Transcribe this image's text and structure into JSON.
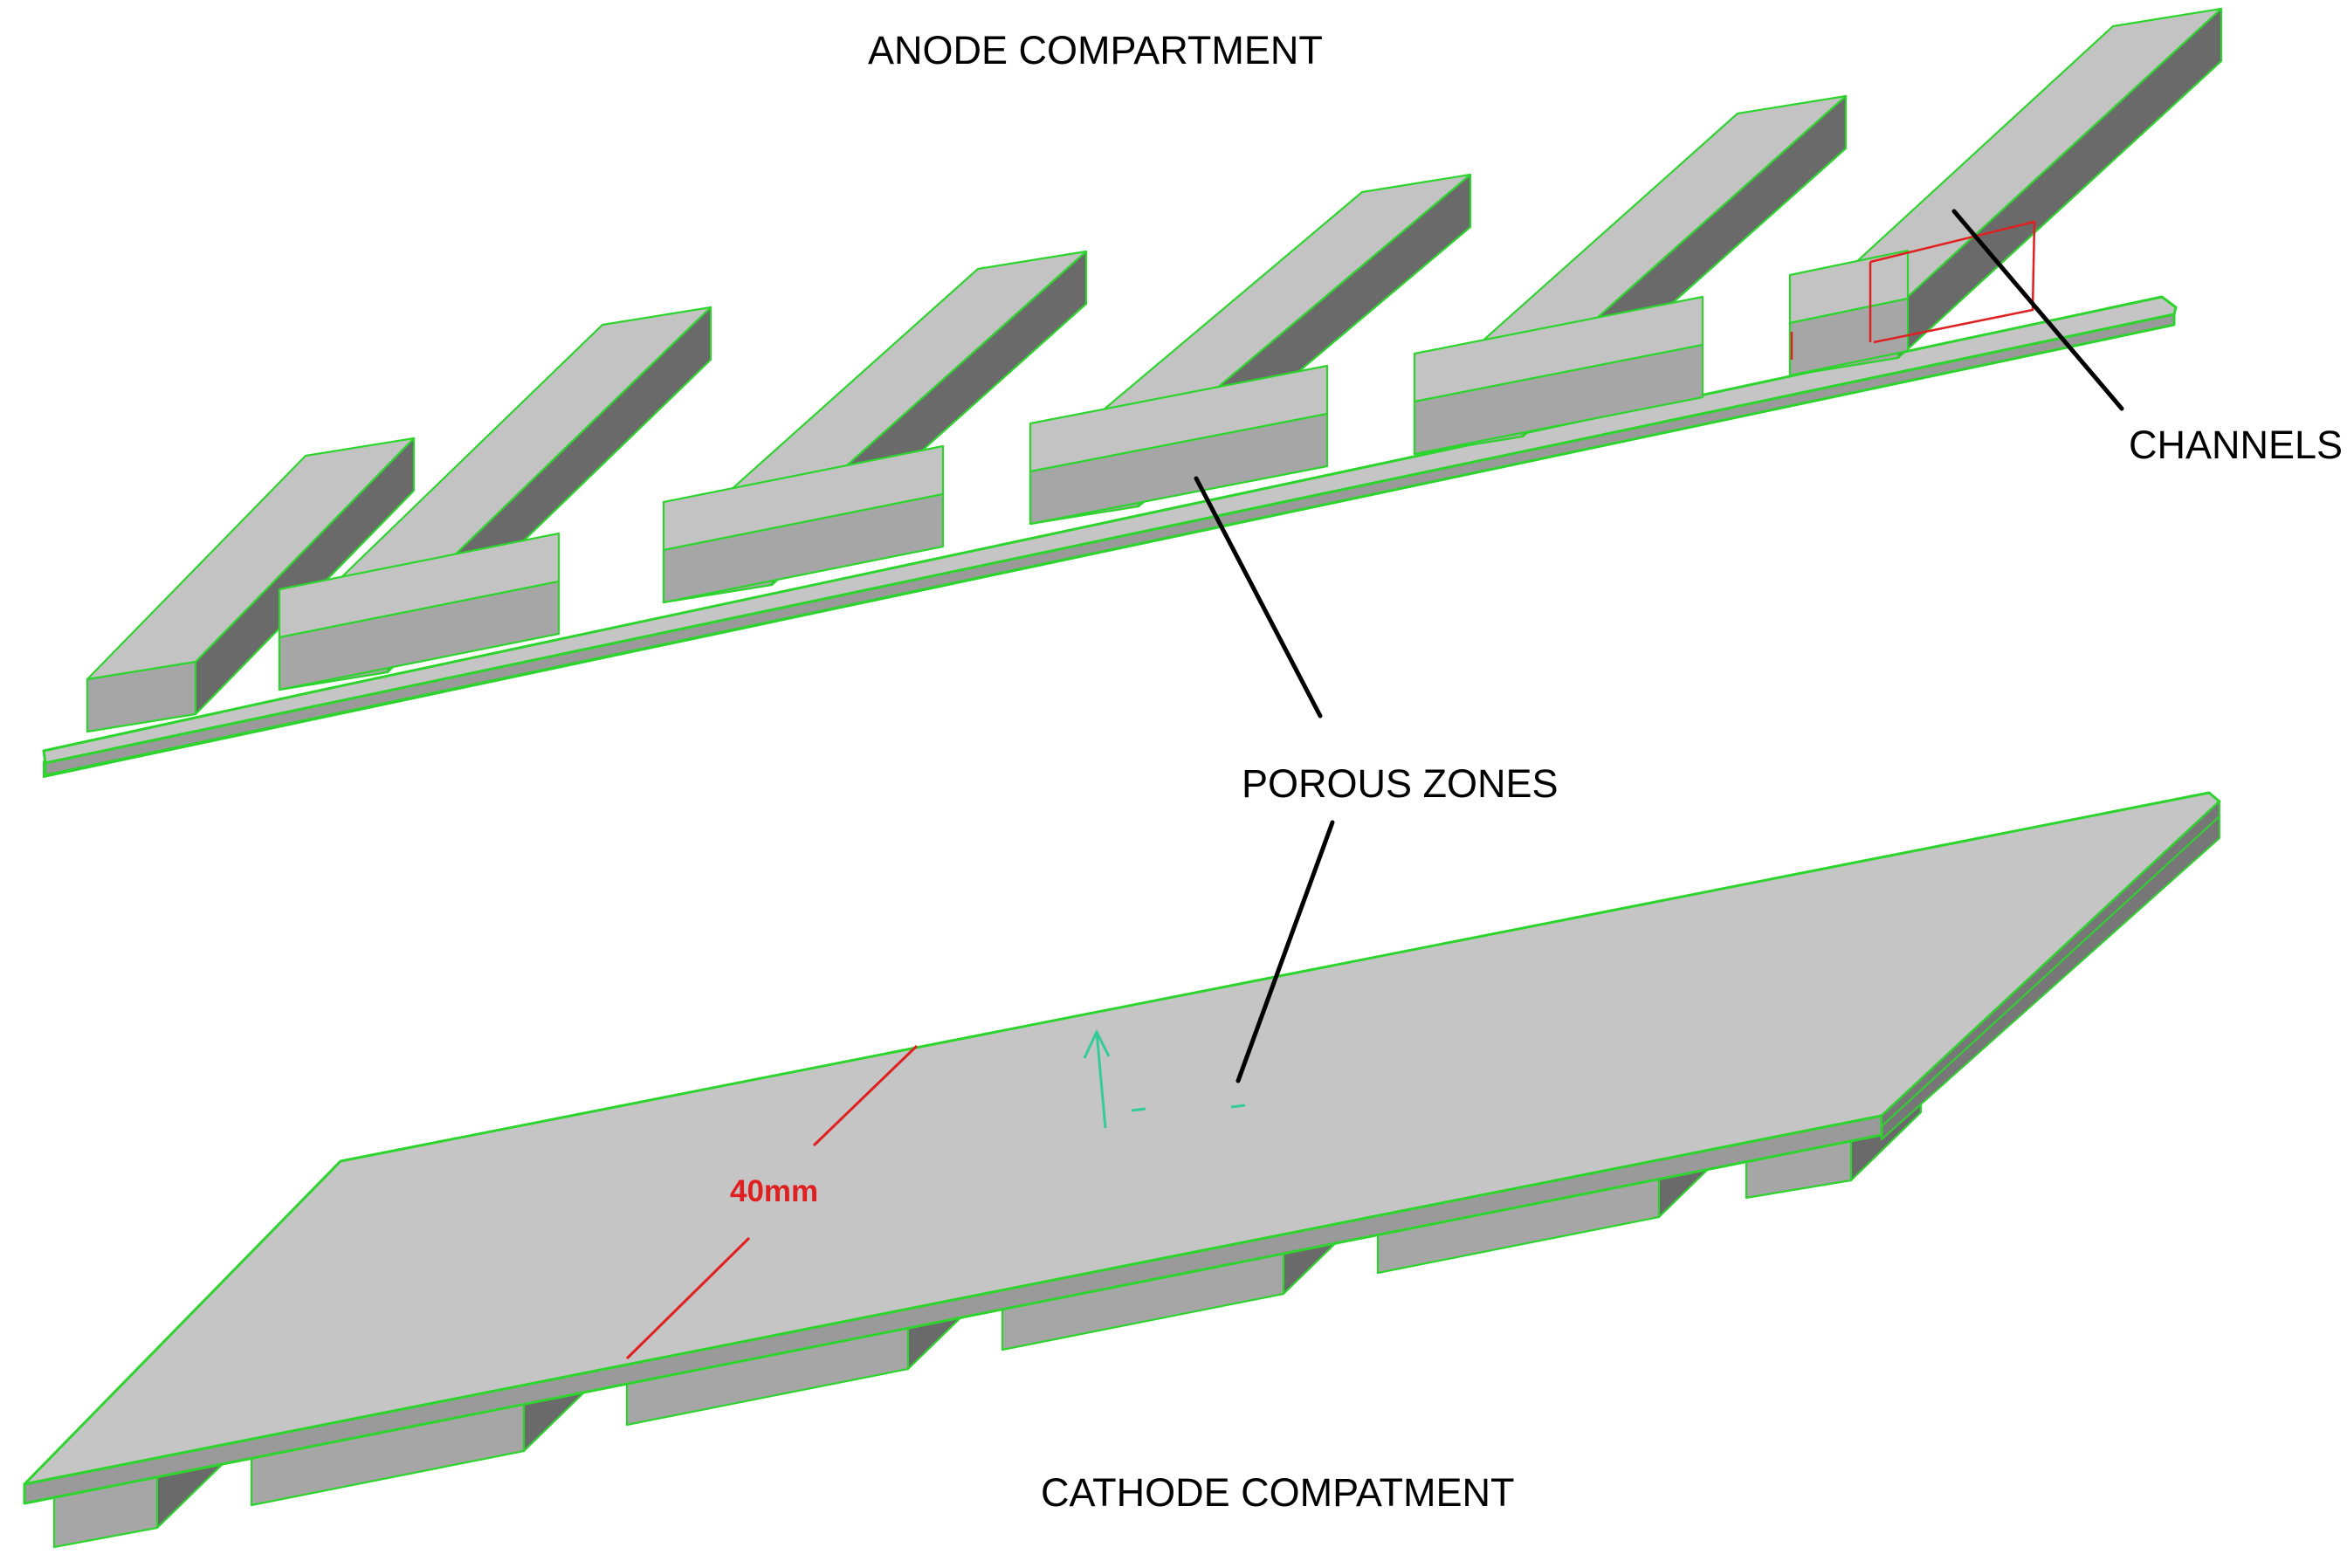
{
  "labels": {
    "anode": "ANODE COMPARTMENT",
    "channels": "CHANNELS",
    "porous_zones": "POROUS ZONES",
    "dimension": "40mm",
    "cathode": "CATHODE COMPATMENT"
  },
  "colors": {
    "edge_green": "#2ed42e",
    "dimension_red": "#e02020",
    "axis_teal": "#33cc99"
  }
}
